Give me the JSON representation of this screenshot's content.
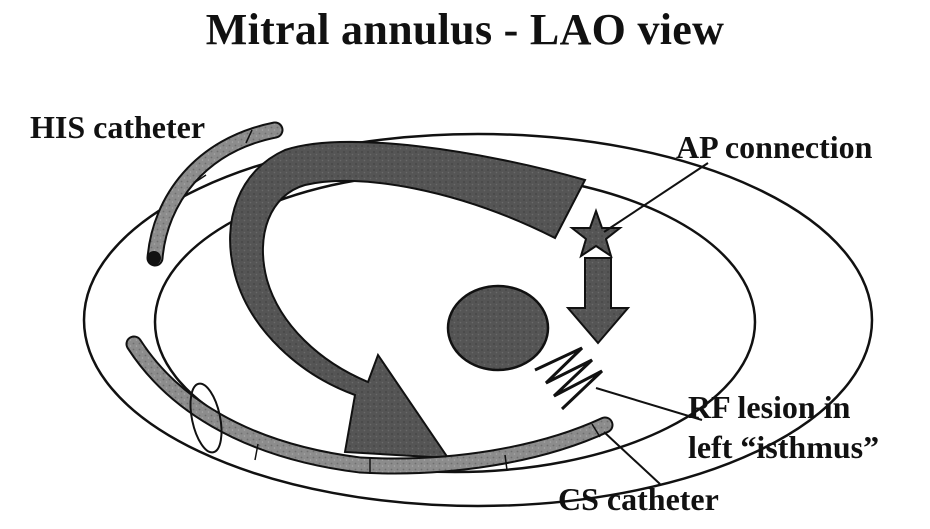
{
  "title": "Mitral annulus - LAO view",
  "labels": {
    "his_catheter": "HIS catheter",
    "ap_connection": "AP connection",
    "rf_lesion_line1": "RF  lesion in",
    "rf_lesion_line2": "left “isthmus”",
    "cs_catheter": "CS catheter"
  },
  "colors": {
    "ink": "#111111",
    "catheter_fill": "#8f8f8f",
    "arrow_fill": "#5a5a5a",
    "ellipse_fill": "#6a6a6a"
  }
}
